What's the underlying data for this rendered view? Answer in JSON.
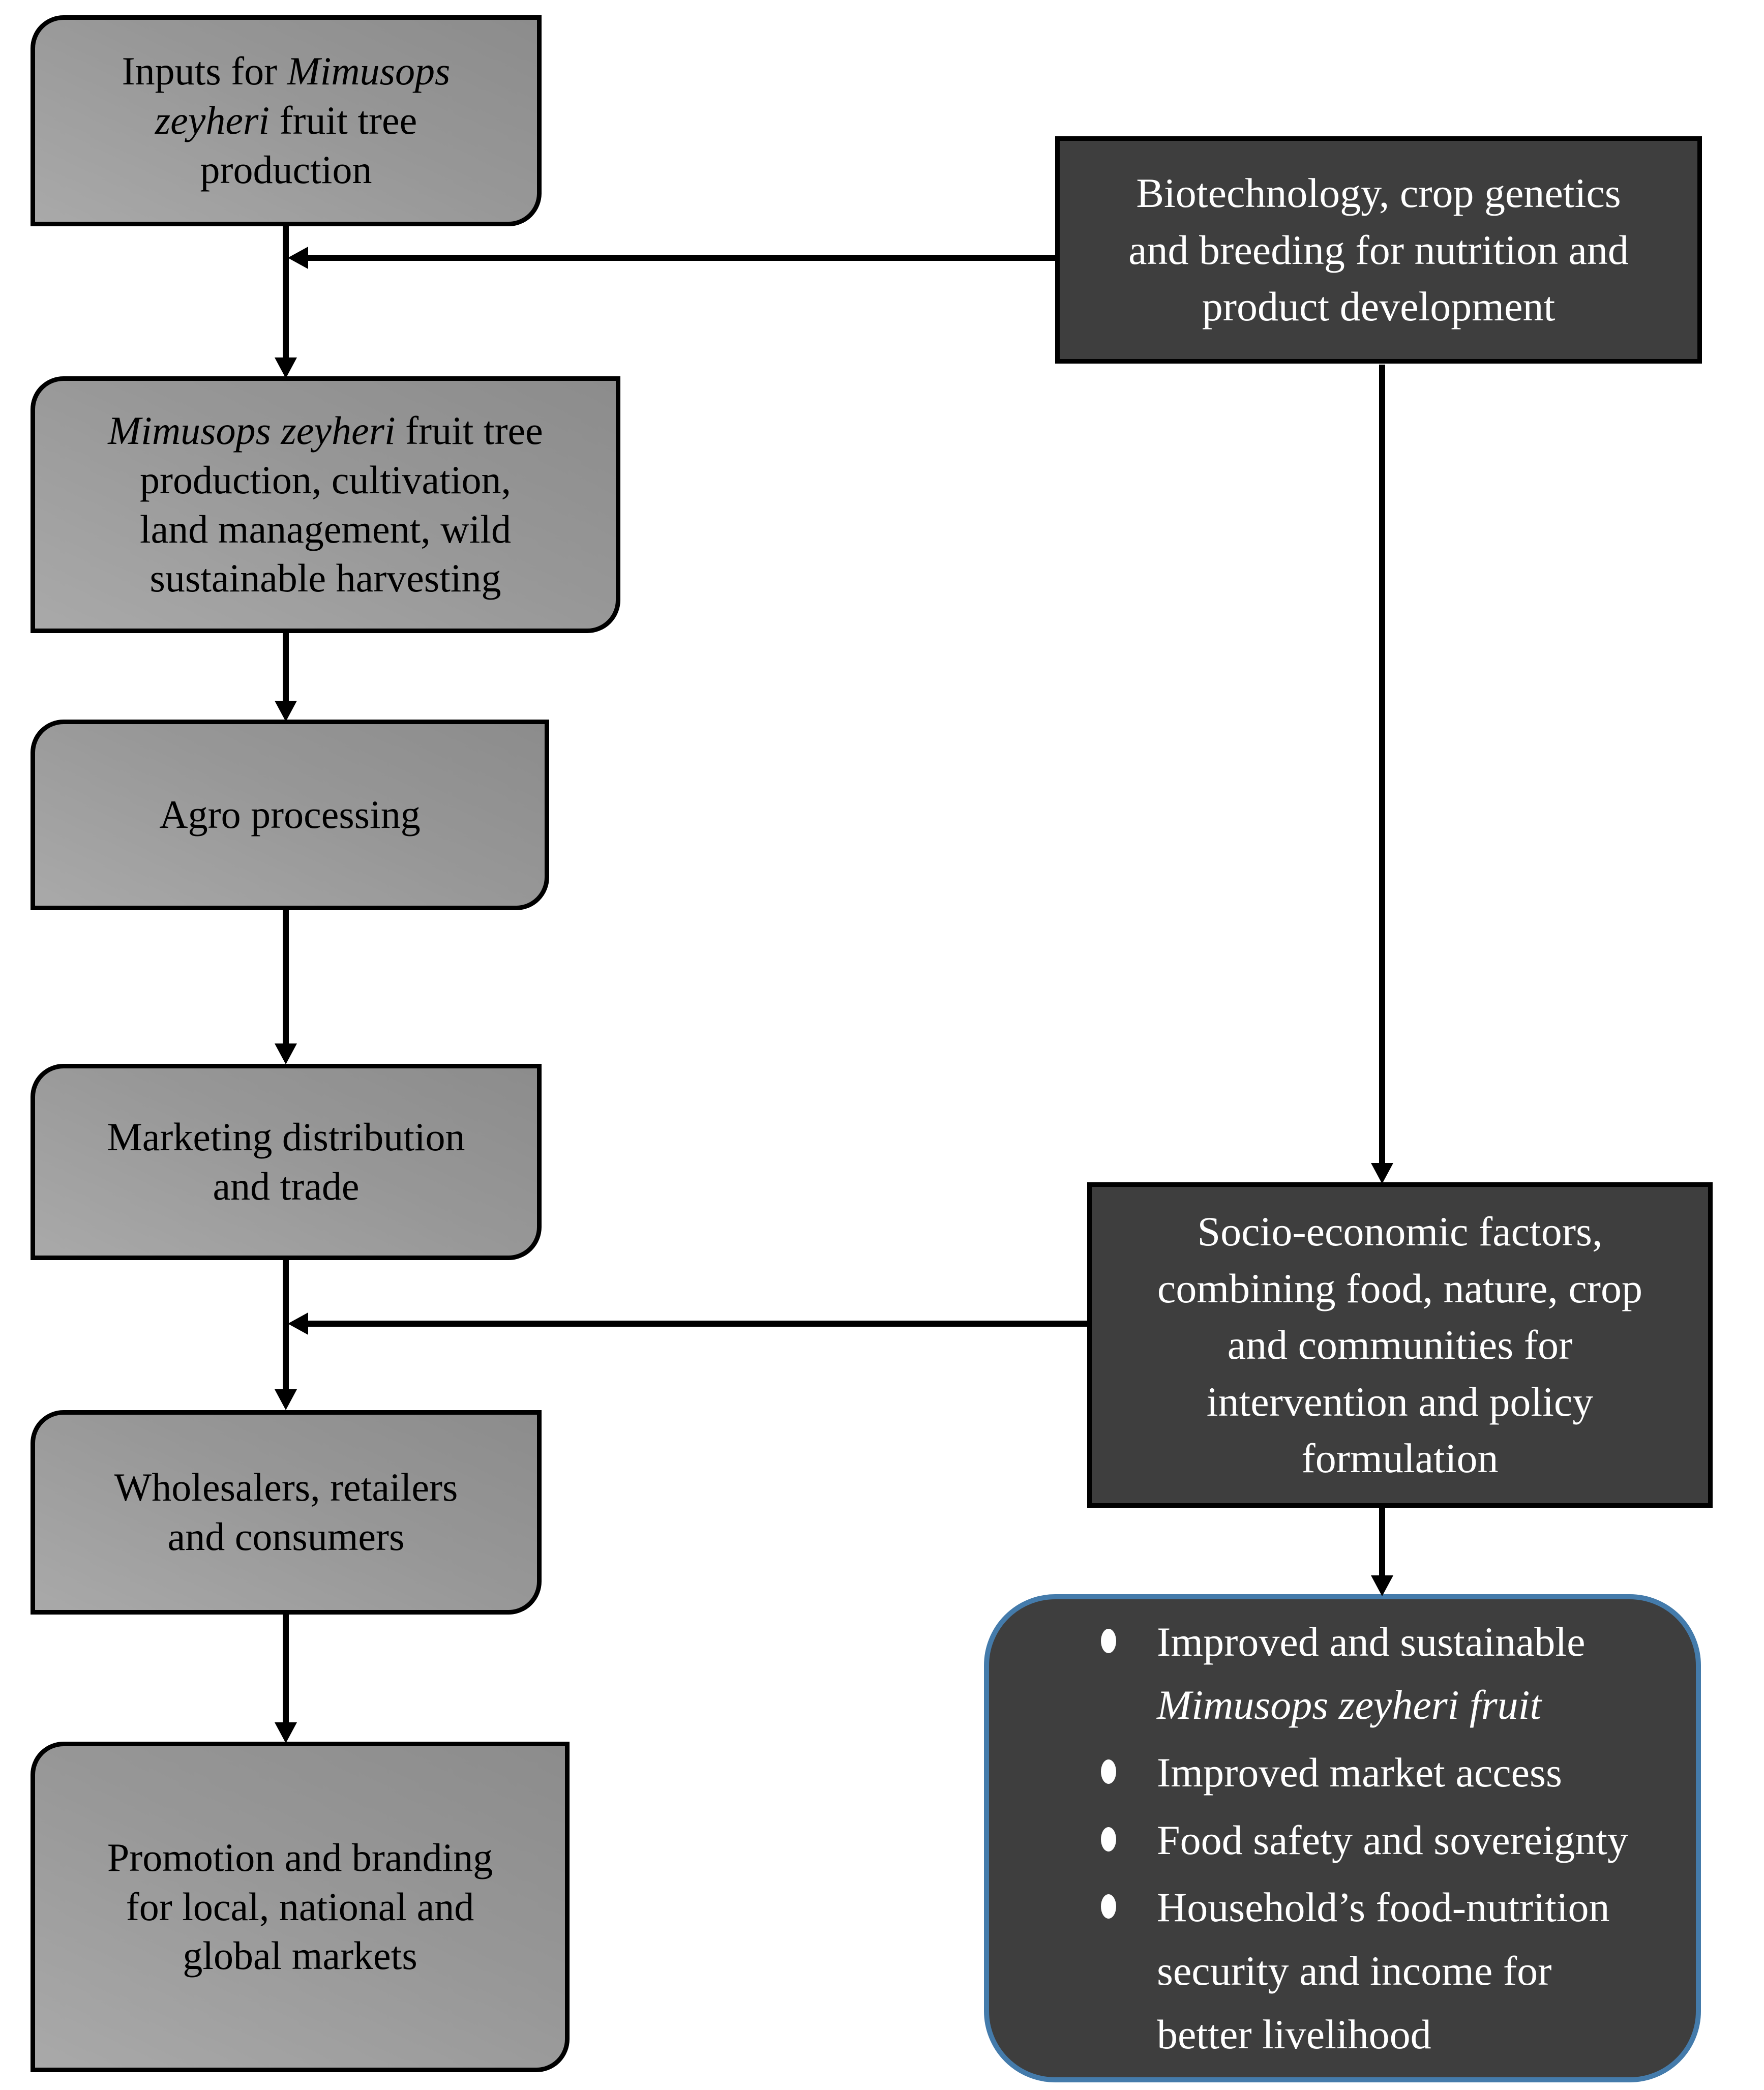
{
  "palette": {
    "gray_box_fill_start": "#8c8c8c",
    "gray_box_fill_end": "#a9a9a9",
    "dark_box_fill": "#3e3e3e",
    "outline_black": "#000000",
    "outcome_border_blue": "#447bab",
    "text_dark": "#000000",
    "text_light": "#ffffff"
  },
  "flow": {
    "inputs": {
      "html": "Inputs for <i>Mimusops<br>zeyheri</i> fruit tree<br>production"
    },
    "production": {
      "html": "<i>Mimusops zeyheri</i> fruit tree<br>production, cultivation,<br>land management, wild<br>sustainable harvesting"
    },
    "agro": {
      "html": "Agro processing"
    },
    "marketing": {
      "html": "Marketing distribution<br>and trade"
    },
    "wholesalers": {
      "html": "Wholesalers, retailers<br>and consumers"
    },
    "promotion": {
      "html": "Promotion and branding<br>for local, national and<br>global markets"
    },
    "biotech": {
      "html": "Biotechnology, crop genetics<br>and breeding for nutrition and<br>product development"
    },
    "socio": {
      "html": "Socio-economic factors,<br>combining food, nature, crop<br>and communities for<br>intervention and policy<br>formulation"
    },
    "outcomes": {
      "items": [
        {
          "html": "Improved and sustainable<br><i>Mimusops zeyheri fruit</i>"
        },
        {
          "html": "Improved market access"
        },
        {
          "html": "Food safety and sovereignty"
        },
        {
          "html": "Household’s food-nutrition<br>security and income for<br>better livelihood"
        }
      ]
    }
  }
}
